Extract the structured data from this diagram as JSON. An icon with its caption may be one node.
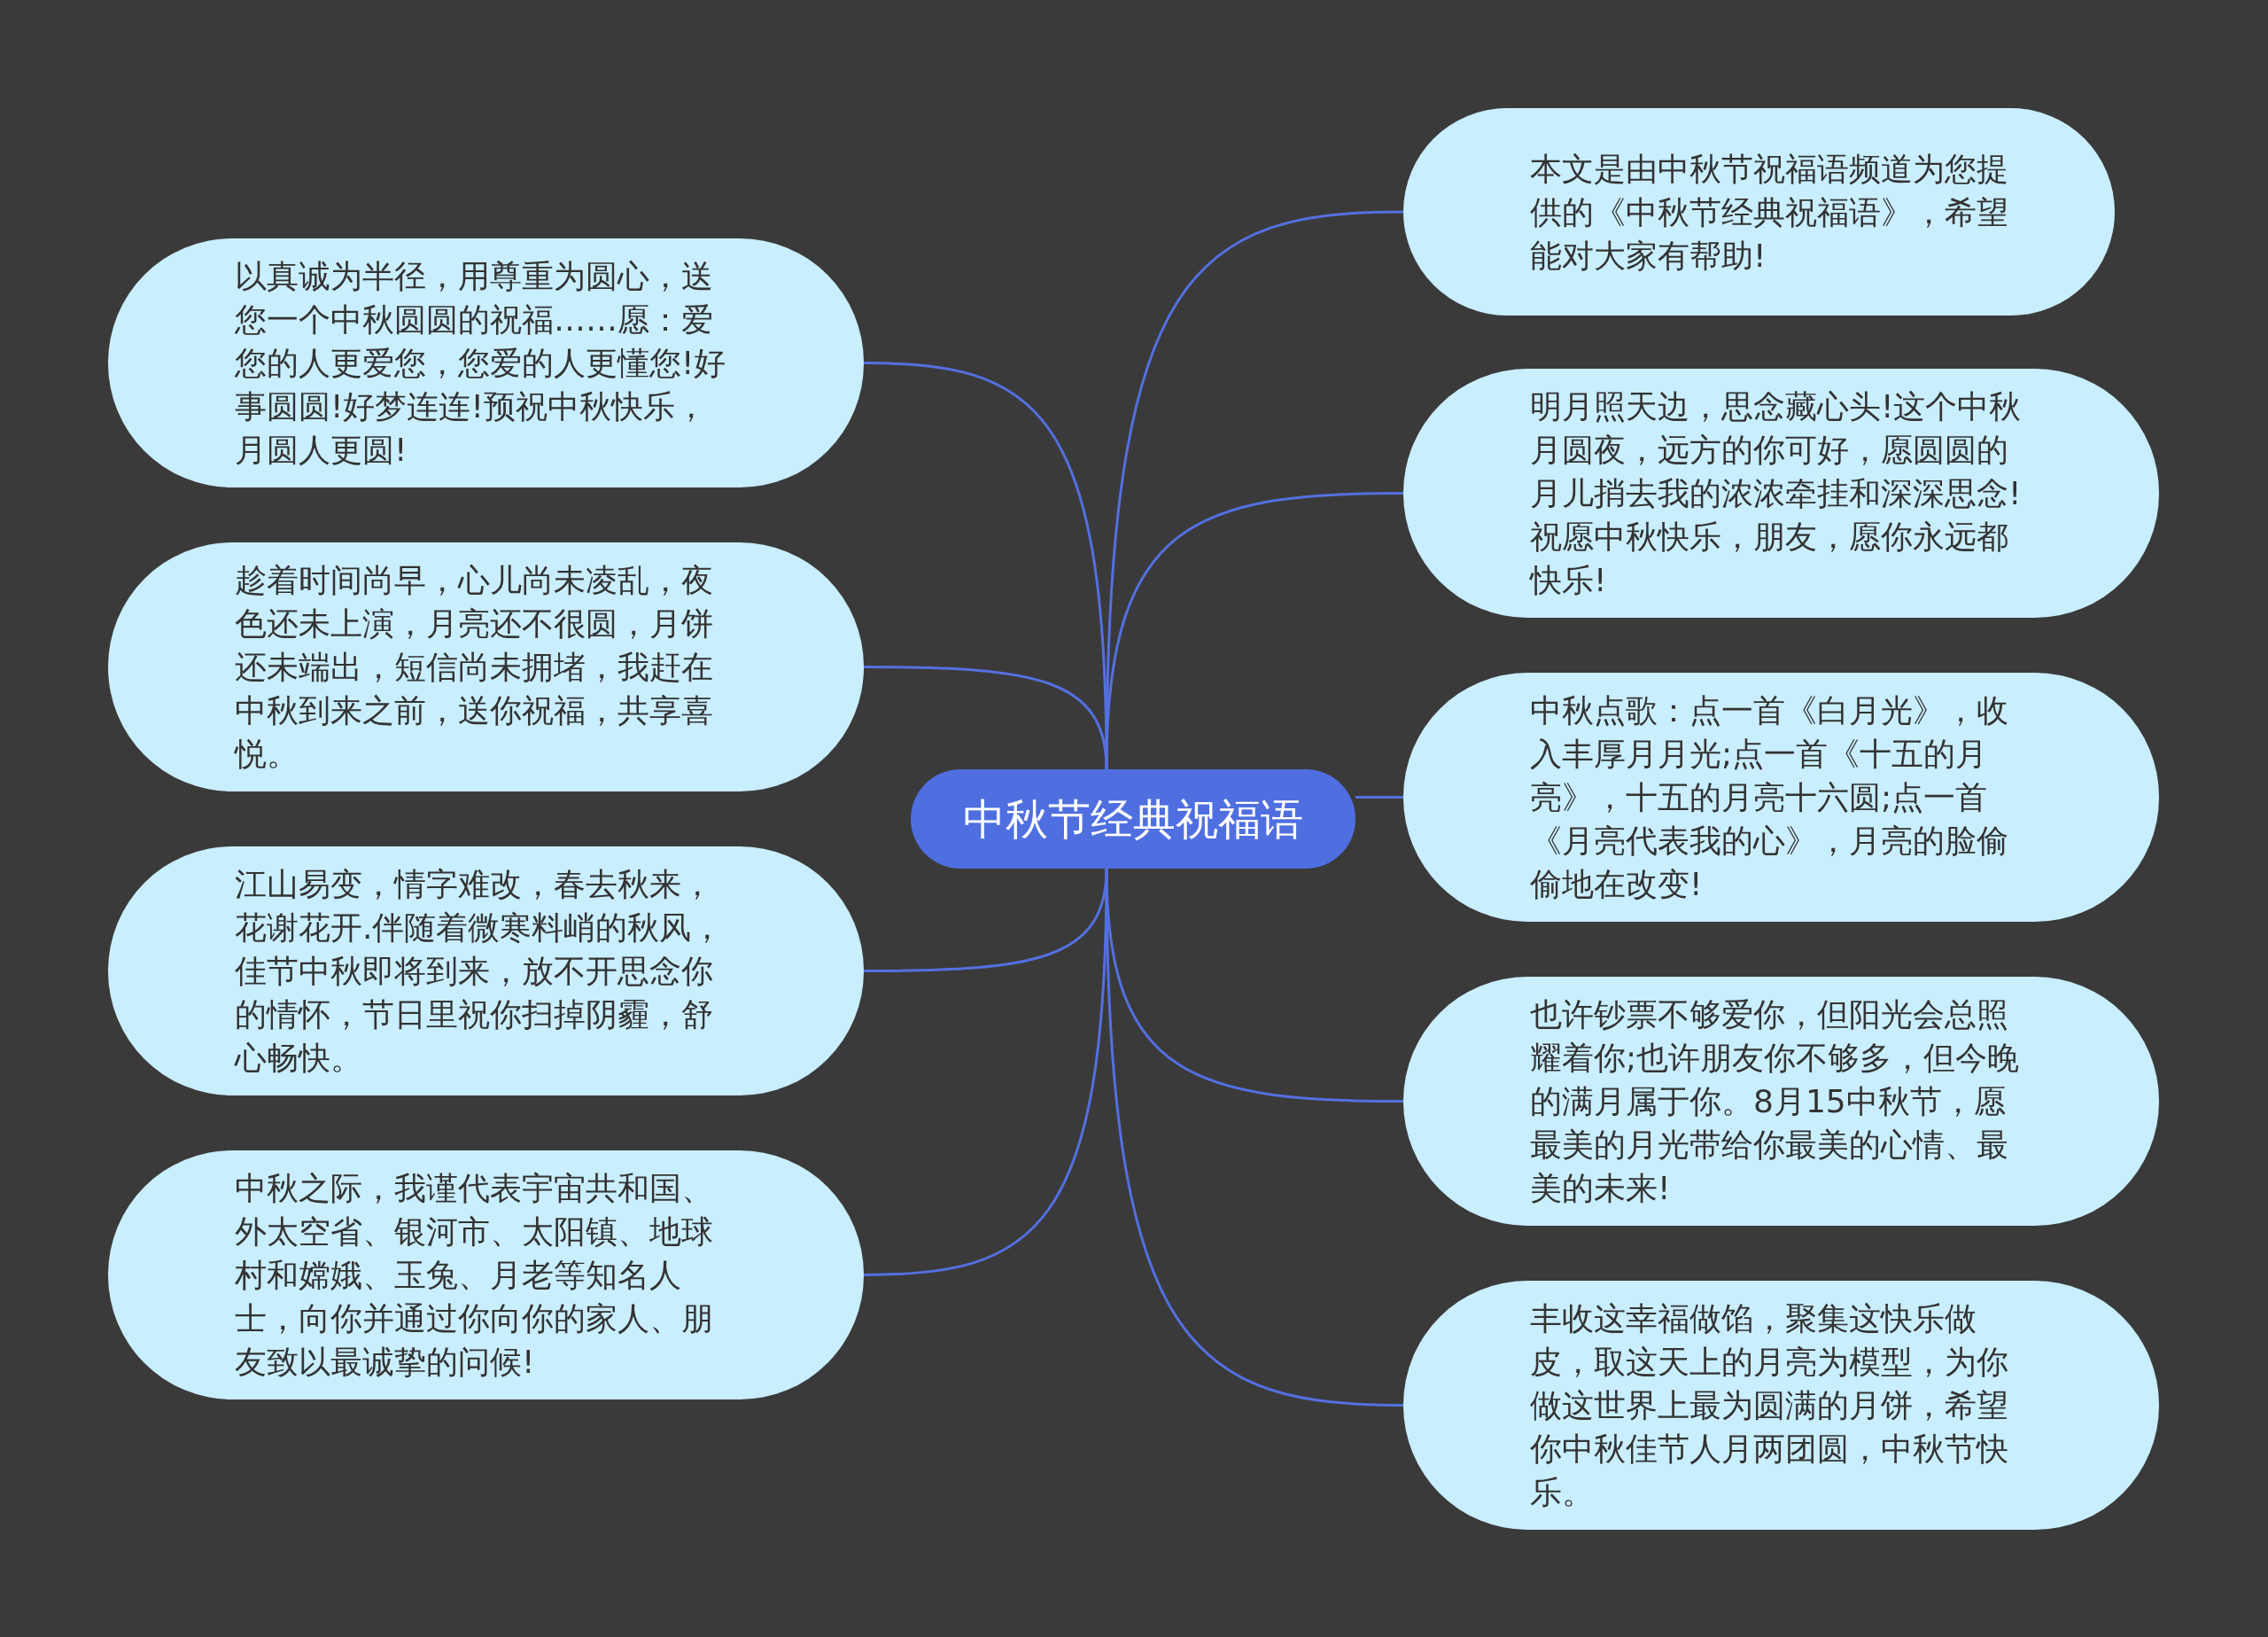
{
  "diagram": {
    "nodes": [
      {
        "text": [
          "中秋节经典祝福语"
        ]
      },
      {
        "text": [
          "以真诚为半径，用尊重为圆心，送您一个中秋圆圆的祝福……愿：爱您的人更爱您，您爱的人更懂您!好事圆圆!好梦连连!预祝中秋快乐，月圆人更圆!"
        ]
      },
      {
        "text": [
          "趁着时间尚早，心儿尚未凌乱，夜色还未上演，月亮还不很圆，月饼还未端出，短信尚未拥堵，我赶在中秋到来之前，送你祝福，共享喜悦。"
        ]
      },
      {
        "text": [
          "江山易变，情字难改，春去秋来，花谢花开.伴随着微寒料峭的秋风，佳节中秋即将到来，放不开思念你的情怀，节日里祝你扫掉阴霾，舒心畅快。"
        ]
      },
      {
        "text": [
          "中秋之际，我谨代表宇宙共和国、外太空省、银河市、太阳镇、地球村和嫦娥、玉兔、月老等知名人士，向你并通过你向你的家人、朋友致以最诚挚的问候!"
        ]
      },
      {
        "text": [
          "本文是由中秋节祝福语频道为您提供的《中秋节经典祝福语》，希望能对大家有帮助!"
        ]
      },
      {
        "text": [
          "明月照天边，思念藏心头!这个中秋月圆夜，远方的你可好，愿圆圆的月儿捎去我的浓浓牵挂和深深思念!祝愿中秋快乐，朋友，愿你永远都快乐!"
        ]
      },
      {
        "text": [
          "中秋点歌：点一首《白月光》，收入丰厚月月光;点一首《十五的月亮》，十五的月亮十六圆;点一首《月亮代表我的心》，月亮的脸偷偷地在改变!"
        ]
      },
      {
        "text": [
          "也许钞票不够爱你，但阳光会总照耀着你;也许朋友你不够多，但今晚的满月属于你。8月15中秋节，愿最美的月光带给你最美的心情、最美的未来!"
        ]
      },
      {
        "text": [
          "丰收这幸福做馅，聚集这快乐做皮，取这天上的月亮为模型，为你做这世界上最为圆满的月饼，希望你中秋佳节人月两团圆，中秋节快乐。"
        ]
      }
    ],
    "edges": [
      {
        "from": 0,
        "to": 1,
        "arrow": "none"
      },
      {
        "from": 0,
        "to": 2,
        "arrow": "none"
      },
      {
        "from": 0,
        "to": 3,
        "arrow": "none"
      },
      {
        "from": 0,
        "to": 4,
        "arrow": "none"
      },
      {
        "from": 0,
        "to": 5,
        "arrow": "none"
      },
      {
        "from": 0,
        "to": 6,
        "arrow": "none"
      },
      {
        "from": 0,
        "to": 7,
        "arrow": "none"
      },
      {
        "from": 0,
        "to": 8,
        "arrow": "none"
      },
      {
        "from": 0,
        "to": 9,
        "arrow": "none"
      }
    ]
  }
}
